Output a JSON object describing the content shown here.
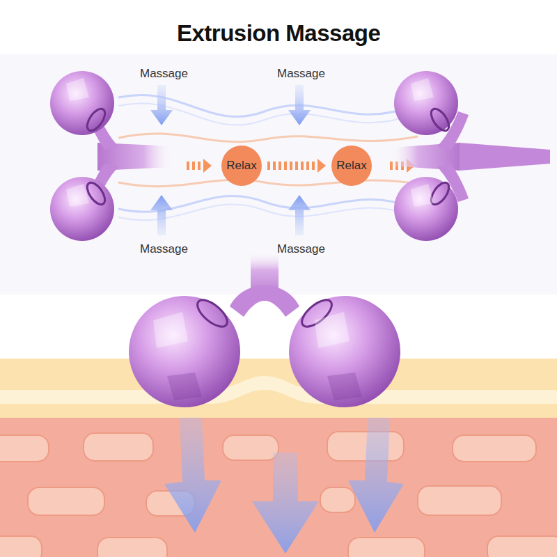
{
  "diagram": {
    "title": "Extrusion Massage",
    "nodes": [
      {
        "text": [
          "Relax"
        ]
      },
      {
        "text": [
          "Relax"
        ]
      }
    ],
    "edges": [
      {
        "from": 0,
        "to": 1,
        "arrow": "to"
      }
    ],
    "labels": [
      "Massage",
      "Massage",
      "Massage",
      "Massage"
    ]
  }
}
